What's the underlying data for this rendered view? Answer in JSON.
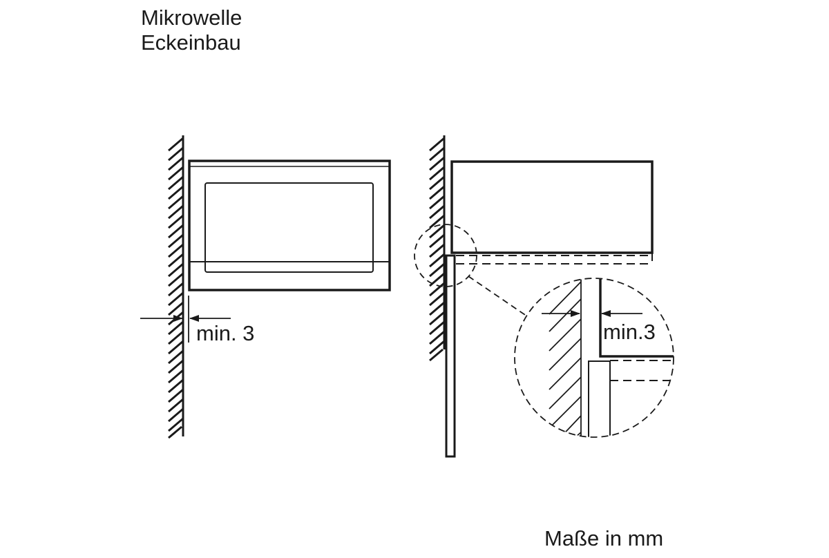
{
  "title": {
    "line1": "Mikrowelle",
    "line2": "Eckeinbau"
  },
  "left_view": {
    "name": "front view",
    "dimension_label": "min. 3"
  },
  "right_view": {
    "name": "side view",
    "detail_dimension_label": "min.3"
  },
  "footer": {
    "units_label": "Maße in mm"
  },
  "colors": {
    "line": "#1a1a1a",
    "background": "#ffffff"
  }
}
